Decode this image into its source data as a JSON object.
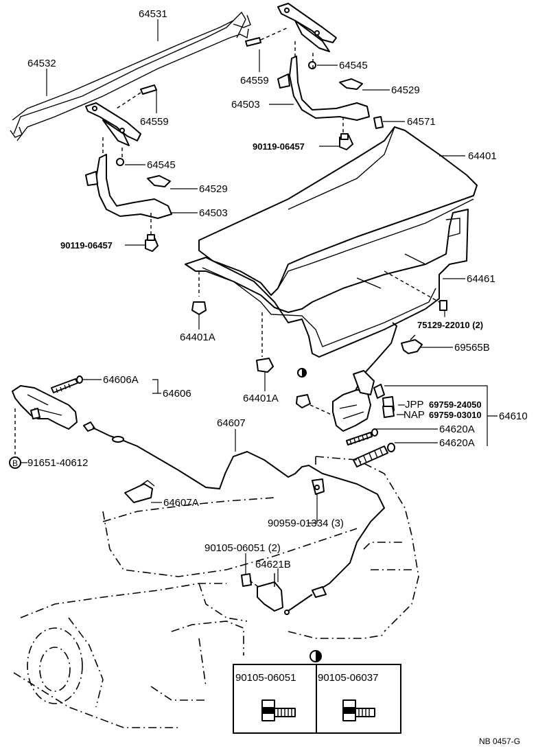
{
  "parts": {
    "p64531": "64531",
    "p64532": "64532",
    "p64559_r": "64559",
    "p64545_r": "64545",
    "p64529_r": "64529",
    "p64503_r": "64503",
    "p64571": "64571",
    "p90119_r": "90119-06457",
    "p64401": "64401",
    "p64559_l": "64559",
    "p64545_l": "64545",
    "p64529_l": "64529",
    "p64503_l": "64503",
    "p90119_l": "90119-06457",
    "p64461": "64461",
    "p75129": "75129-22010 (2)",
    "p64401A_1": "64401A",
    "p69565B": "69565B",
    "p64401A_2": "64401A",
    "p64606A": "64606A",
    "p64606": "64606",
    "jpp_prefix": "JPP",
    "jpp_num": "69759-24050",
    "nap_prefix": "NAP",
    "nap_num": "69759-03010",
    "p64610": "64610",
    "p64607": "64607",
    "p64620A_1": "64620A",
    "p64620A_2": "64620A",
    "p91651": "91651-40612",
    "p64607A": "64607A",
    "p90959": "90959-01334 (3)",
    "p90105_top": "90105-06051 (2)",
    "p64621B": "64621B",
    "box_left": "90105-06051",
    "box_right": "90105-06037",
    "badge_b": "B",
    "footer": "NB 0457-G"
  }
}
